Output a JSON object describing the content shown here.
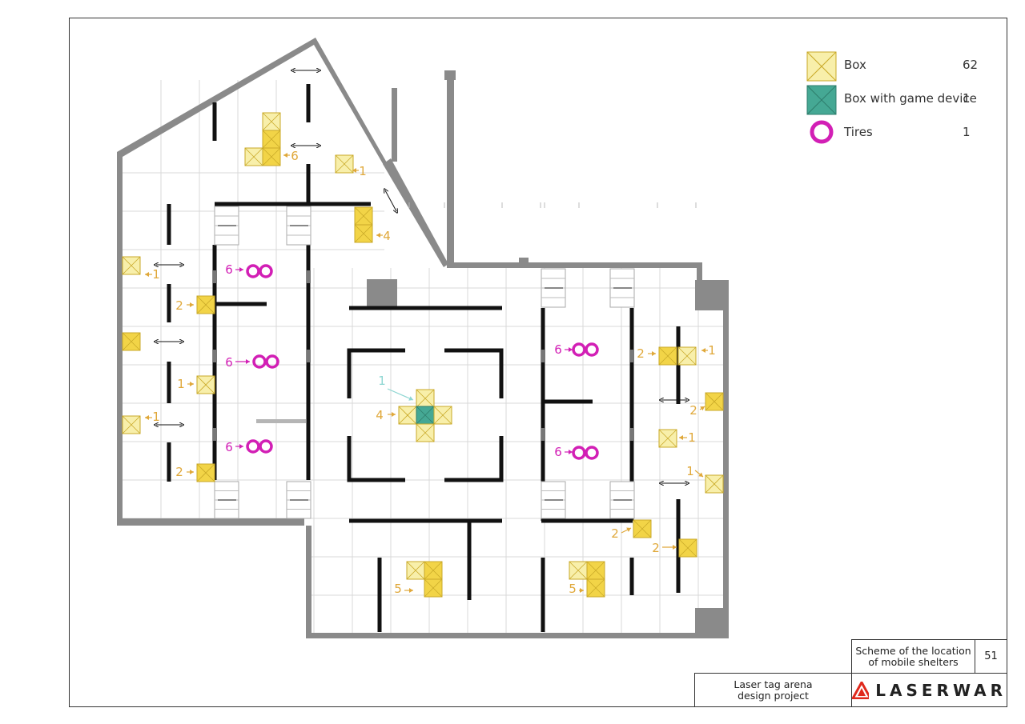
{
  "legend": {
    "items": [
      {
        "label": "Box",
        "count": "62",
        "icon": "box-icon"
      },
      {
        "label": "Box with game device",
        "count": "1",
        "icon": "game-box-icon"
      },
      {
        "label": "Tires",
        "count": "1",
        "icon": "tire-icon"
      }
    ]
  },
  "title_block": {
    "scheme_title": "Scheme of the location\nof mobile shelters",
    "sheet_number": "51",
    "project_title": "Laser tag arena\ndesign project",
    "brand": "LASERWAR"
  },
  "labels": {
    "six": "6",
    "five": "5",
    "four": "4",
    "two": "2",
    "one": "1"
  },
  "colors": {
    "box_light": "#f8efaa",
    "box_dark": "#f2d447",
    "box_stroke": "#c9a928",
    "game_device": "#45a894",
    "tire": "#d21fb5",
    "arrow_orange": "#e0a83a",
    "arrow_teal": "#8ed6d2",
    "wall": "#8a8a8a",
    "partition": "#111111",
    "grid": "#d9d9d9",
    "logo_red": "#e0281c"
  }
}
